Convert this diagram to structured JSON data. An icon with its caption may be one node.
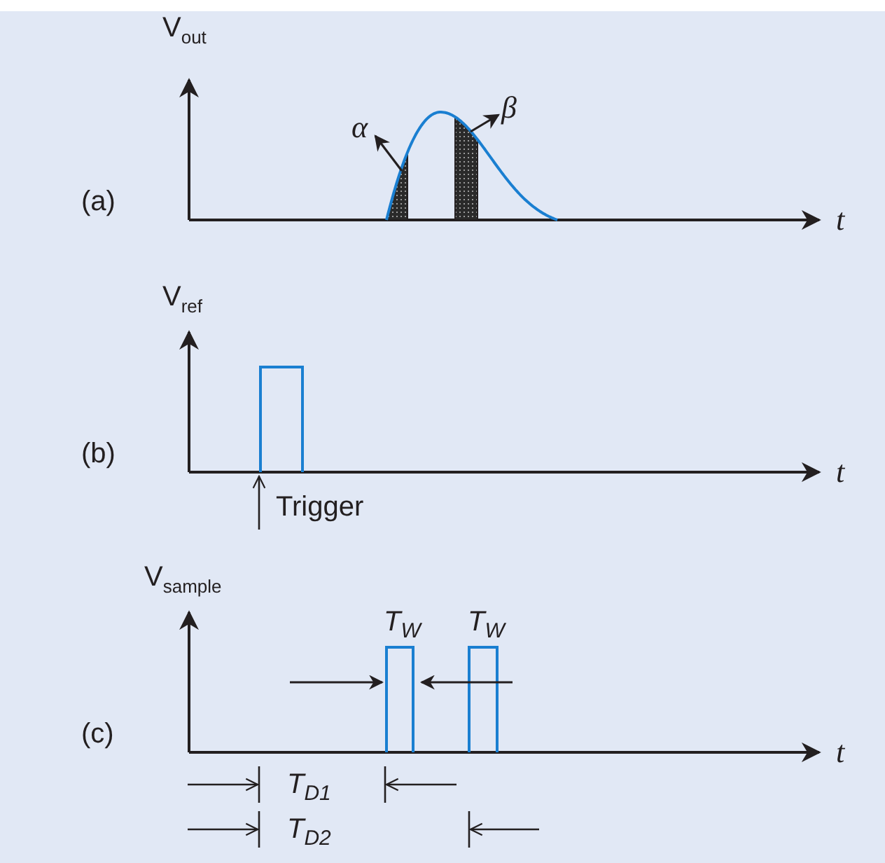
{
  "diagram": {
    "nodes": [
      {
        "text": [
          "α"
        ]
      },
      {
        "text": [],
        "shape": "bar"
      },
      {
        "text": [
          "β"
        ]
      },
      {
        "text": [],
        "shape": "bar"
      }
    ],
    "edges": [
      {
        "from": 1,
        "to": 0,
        "arrow": "to"
      },
      {
        "from": 3,
        "to": 2,
        "arrow": "to"
      }
    ],
    "labels": [
      "V$_{out}$",
      "(a)",
      "t",
      "V$_{ref}$",
      "(b)",
      "t",
      "Trigger",
      "V$_{sample}$",
      "T$_{W}$",
      "T$_{W}$",
      "(c)",
      "t",
      "T$_{D1}$",
      "T$_{D2}$"
    ]
  }
}
